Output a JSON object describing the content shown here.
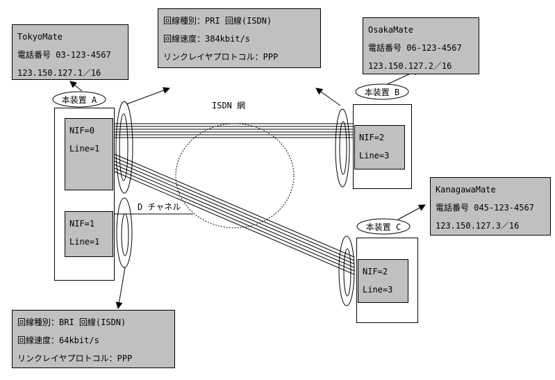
{
  "pri_info": [
    "回線種別：PRI 回線(ISDN)",
    "回線速度：384kbit/s",
    "リンクレイヤプロトコル：PPP"
  ],
  "tokyo": {
    "name": "TokyoMate",
    "phone": "電話番号 03-123-4567",
    "ip": "123.150.127.1／16"
  },
  "osaka": {
    "name": "OsakaMate",
    "phone": "電話番号 06-123-4567",
    "ip": "123.150.127.2／16"
  },
  "kanagawa": {
    "name": "KanagawaMate",
    "phone": "電話番号 045-123-4567",
    "ip": "123.150.127.3／16"
  },
  "bri_info": [
    "回線種別：BRI 回線(ISDN)",
    "回線速度：64kbit/s",
    "リンクレイヤプロトコル：PPP"
  ],
  "device_a": "本装置 A",
  "device_b": "本装置 B",
  "device_c": "本装置 C",
  "network": "ISDN 網",
  "d_channel": "D チャネル",
  "nif_a0": {
    "nif": "NIF=0",
    "line": "Line=1"
  },
  "nif_a1": {
    "nif": "NIF=1",
    "line": "Line=1"
  },
  "nif_b": {
    "nif": "NIF=2",
    "line": "Line=3"
  },
  "nif_c": {
    "nif": "NIF=2",
    "line": "Line=3"
  }
}
